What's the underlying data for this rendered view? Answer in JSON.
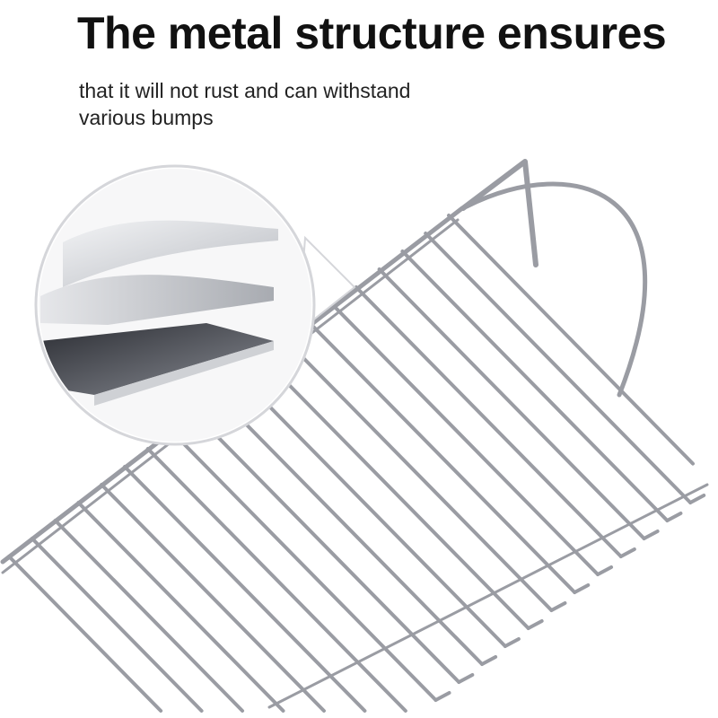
{
  "headline": "The metal structure ensures",
  "subtitle_lines": [
    "that it will not rust and can withstand",
    "various bumps"
  ],
  "colors": {
    "wire": "#9a9ca3",
    "wire_dark": "#7d8088",
    "background": "#ffffff",
    "text": "#111111"
  },
  "illustration": {
    "wire_count": 20
  }
}
